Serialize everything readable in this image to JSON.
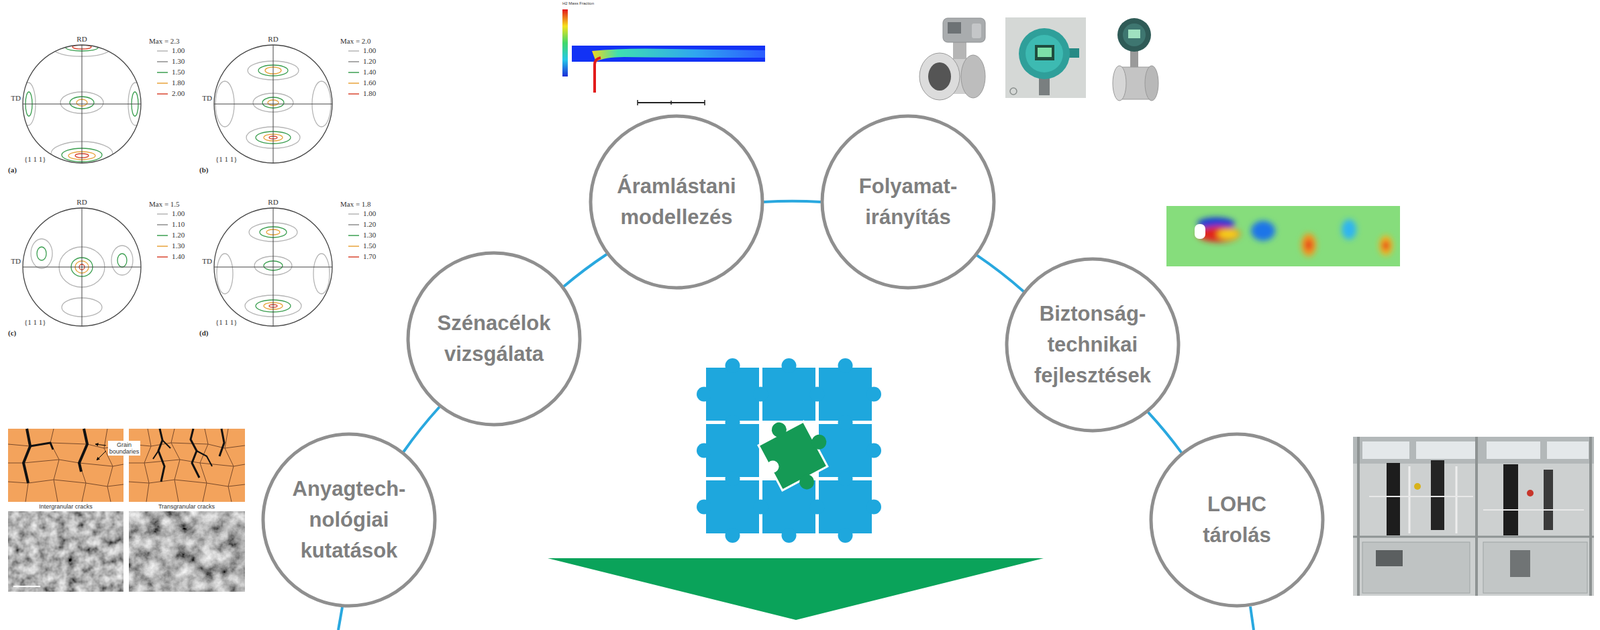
{
  "diagram": {
    "nodes": [
      {
        "text": [
          "Anyagtech- nológiai kutatások"
        ]
      },
      {
        "text": [
          "Szénacélok vizsgálata"
        ]
      },
      {
        "text": [
          "Áramlástani modellezés"
        ]
      },
      {
        "text": [
          "Folyamat- irányítás"
        ]
      },
      {
        "text": [
          "Biztonság- technikai fejlesztések"
        ]
      },
      {
        "text": [
          "LOHC tárolás"
        ]
      }
    ],
    "edges": [
      {
        "from": 0,
        "to": 1,
        "arrow": "none"
      },
      {
        "from": 1,
        "to": 2,
        "arrow": "none"
      },
      {
        "from": 2,
        "to": 3,
        "arrow": "none"
      },
      {
        "from": 3,
        "to": 4,
        "arrow": "none"
      },
      {
        "from": 4,
        "to": 5,
        "arrow": "none"
      }
    ],
    "labels": [
      "RD",
      "TD",
      "Max = 2.3",
      "1.00",
      "1.30",
      "1.50",
      "1.80",
      "2.00",
      "{1 1 1}",
      "(a)",
      "RD",
      "TD",
      "Max = 2.0",
      "1.00",
      "1.20",
      "1.40",
      "1.60",
      "1.80",
      "{1 1 1}",
      "(b)",
      "RD",
      "TD",
      "Max = 1.5",
      "1.00",
      "1.10",
      "1.20",
      "1.30",
      "1.40",
      "{1 1 1}",
      "(c)",
      "RD",
      "TD",
      "Max = 1.8",
      "1.00",
      "1.20",
      "1.30",
      "1.50",
      "1.70",
      "{1 1 1}",
      "(d)",
      "H2 Mass Fraction",
      "Grain boundaries",
      "Intergranular cracks",
      "Transgranular cracks"
    ]
  }
}
